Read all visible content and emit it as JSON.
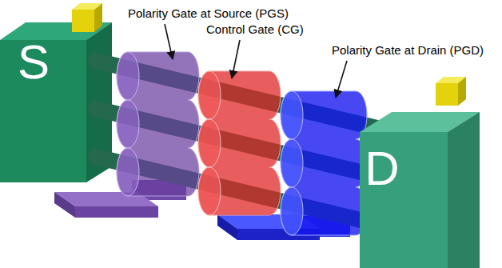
{
  "diagram": {
    "nodes": [
      {
        "text": [
          "S"
        ]
      },
      {
        "text": [
          "D"
        ]
      }
    ],
    "labels": [
      "Polarity Gate at Source (PGS)",
      "Control Gate (CG)",
      "Polarity Gate at Drain (PGD)"
    ]
  }
}
